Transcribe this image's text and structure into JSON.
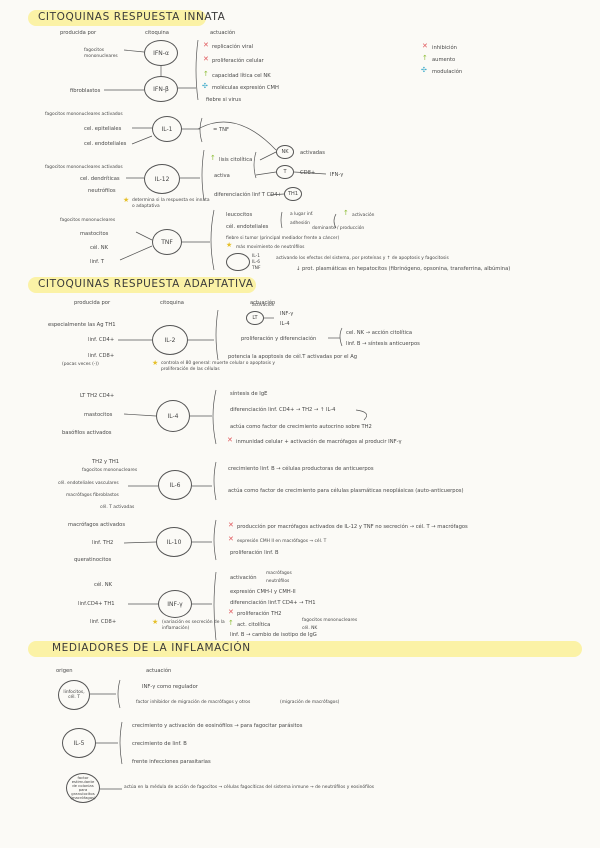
{
  "sections": {
    "innata": "CITOQUINAS RESPUESTA INNATA",
    "adaptativa": "CITOQUINAS RESPUESTA ADAPTATIVA",
    "mediadores": "MEDIADORES DE LA INFLAMACIÓN"
  },
  "headers": {
    "producida_por": "producida por",
    "citoquina": "citoquina",
    "actuacion": "actuación",
    "origen": "origen",
    "accion": "actuación"
  },
  "legend": {
    "inhibicion": "inhibición",
    "aumento": "aumento",
    "modulacion": "modulación",
    "x_icon": "✕",
    "up_icon": "↑",
    "mod_icon": "✣"
  },
  "innate": {
    "ifn_src1": "fagocitos mononucleares",
    "ifn_src2": "fibroblastos",
    "ifn_a": "IFN-α",
    "ifn_b": "IFN-β",
    "ifn_act1": "replicación viral",
    "ifn_act2": "proliferación celular",
    "ifn_act3": "capacidad lítica cel NK",
    "ifn_act4": "moléculas expresión CMH",
    "ifn_act5": "fiebre si virus",
    "il1_src1": "fagocitos mononucleares activados",
    "il1_src2": "cel. epiteliales",
    "il1_src3": "cel. endoteliales",
    "il1": "IL-1",
    "il1_act": "= TNF",
    "il12_src1": "fagocitos mononucleares activados",
    "il12_src2": "cel. dendríticas",
    "il12_src3": "neutrófilos",
    "il12": "IL-12",
    "il12_note": "determina si la respuesta es innata o adaptativa",
    "il12_act1": "lisis citolítica",
    "il12_act2": "activa",
    "il12_act3": "diferenciación linf T CD4+",
    "il12_c1": "NK",
    "il12_c2": "T",
    "il12_c3": "TH1",
    "il12_r1": "activadas",
    "il12_r2": "CD8+",
    "il12_r3": "IFN-γ",
    "tnf_src1": "fagocitos mononucleares",
    "tnf_src2": "mastocitos",
    "tnf_src3": "cél. NK",
    "tnf_src4": "linf. T",
    "tnf": "TNF",
    "tnf_act1": "leucocitos",
    "tnf_act2": "cél. endoteliales",
    "tnf_act3": "fiebre si tumor (principal mediador frente a cáncer)",
    "tnf_act4": "más movimiento de neutrófilos",
    "tnf_act5": "IL-1  IL-6  TNF",
    "tnf_sub1": "a lugar inf.",
    "tnf_sub2": "adhesión",
    "tnf_sub3": "activación",
    "tnf_sub4": "dominante / producción",
    "tnf_act6": "activando los efectos del sistema, por proteínas y ↑ de apoptosis y fagocitosis",
    "tnf_act7": "↓ prot. plasmáticas en hepatocitos  (fibrinógeno, opsonina, transferrina, albúmina)"
  },
  "adaptive": {
    "il2_src1": "especialmente las Ag TH1",
    "il2_src2": "linf. CD4+",
    "il2_src3": "linf. CD8+",
    "il2_src4": "(pocas veces (-))",
    "il2": "IL-2",
    "il2_note": "controla el 80 general: muerte celular o apoptosis y proliferación de las células",
    "il2_act1": "activación",
    "il2_c1": "LT",
    "il2_r1": "INF-γ",
    "il2_r2": "IL-4",
    "il2_act2": "proliferación y diferenciación",
    "il2_r3": "cel. NK → acción citolítica",
    "il2_r4": "linf. B → síntesis anticuerpos",
    "il2_act3": "potencia la apoptosis de cél.T activadas por el Ag",
    "il4_src1": "LT TH2 CD4+",
    "il4_src2": "mastocitos",
    "il4_src3": "basófilos activados",
    "il4": "IL-4",
    "il4_act1": "síntesis de IgE",
    "il4_act2": "diferenciación linf. CD4+ → TH2 → ↑ IL-4",
    "il4_act3": "actúa como factor de crecimiento autocrino sobre TH2",
    "il4_act4": "inmunidad celular + activación de macrófagos al producir INF-γ",
    "il5_src1": "TH2 y TH1",
    "il5_src2": "fagocitos mononucleares",
    "il5_src3": "cél. endoteliales vasculares",
    "il5_src4": "macrófagos fibroblastos",
    "il5_src5": "cél. T activadas",
    "il5": "IL-6",
    "il5_act1": "crecimiento linf. B → células productoras de anticuerpos",
    "il5_act2": "actúa como factor de crecimiento para células plasmáticas neoplásicas (auto-anticuerpos)",
    "il10_src1": "macrófagos activados",
    "il10_src2": "linf. TH2",
    "il10_src3": "queratinocitos",
    "il10": "IL-10",
    "il10_act1": "producción por macrófagos activados de IL-12 y TNF no secreción → cél. T → macrófagos",
    "il10_act2": "expresión CMH II en macrófagos → cél. T",
    "il10_act3": "proliferación linf. B",
    "ifng_src1": "cél. NK",
    "ifng_src2": "linf.CD4+ TH1",
    "ifng_src3": "linf. CD8+",
    "ifng": "INF-γ",
    "ifng_note": "(variación es secreción de la inflamación)",
    "ifng_act1": "activación",
    "ifng_s1": "macrófagos",
    "ifng_s2": "neutrófilos",
    "ifng_act2": "expresión CMH-I y CMH-II",
    "ifng_act3": "diferenciación linf.T CD4+ → TH1",
    "ifng_act4": "proliferación TH2",
    "ifng_act5": "act. citolítica",
    "ifng_s3": "fagocitos mononucleares",
    "ifng_s4": "cél. NK",
    "ifng_act6": "linf. B → cambio de isotipo de IgG"
  },
  "mediators": {
    "m1_src": "linfocitos, cél. T",
    "m1_a": "INF-γ como regulador",
    "m1_b": "factor inhibidor de migración de macrófagos y otros",
    "m1_c": "(migración de macrófagos)",
    "il5": "IL-5",
    "il5_a": "crecimiento y activación de eosinófilos → para fagocitar parásitos",
    "il5_b": "crecimiento de linf. B",
    "il5_c": "frente infecciones parasitarias",
    "m3_src": "factor estimulante de colonias para granulocitos (macrófagos)",
    "m3_a": "actúa en la médula de acción de fagocitos → células fagocíticas del sistema inmune → de neutrófilos y eosinófilos"
  }
}
